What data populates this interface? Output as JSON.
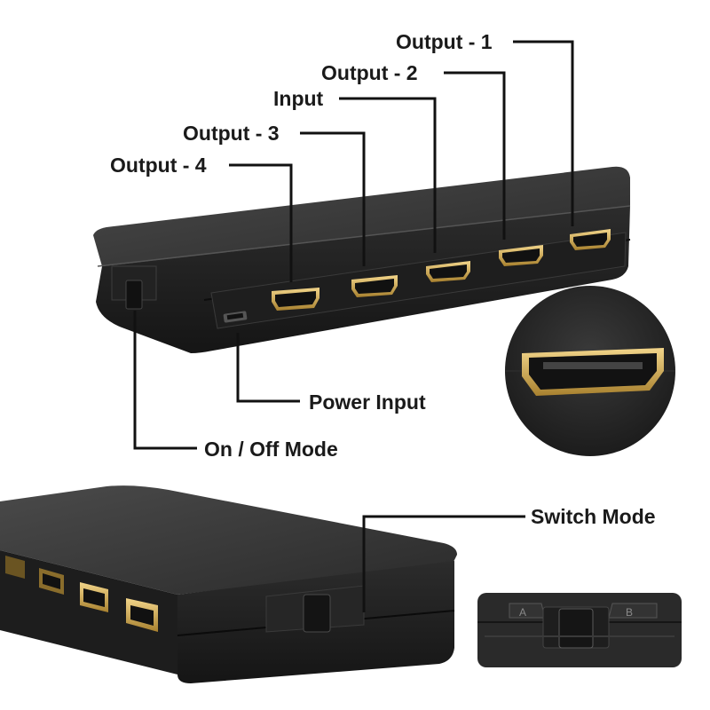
{
  "callouts": {
    "output_1": "Output - 1",
    "output_2": "Output - 2",
    "input": "Input",
    "output_3": "Output - 3",
    "output_4": "Output - 4",
    "power_input": "Power Input",
    "on_off_mode": "On / Off Mode",
    "switch_mode": "Switch Mode"
  },
  "switch_labels": {
    "left": "A",
    "right": "B"
  },
  "colors": {
    "device_body": "#2b2b2b",
    "port_gold": "#c9a24a",
    "leader_line": "#111111",
    "background": "#ffffff"
  }
}
